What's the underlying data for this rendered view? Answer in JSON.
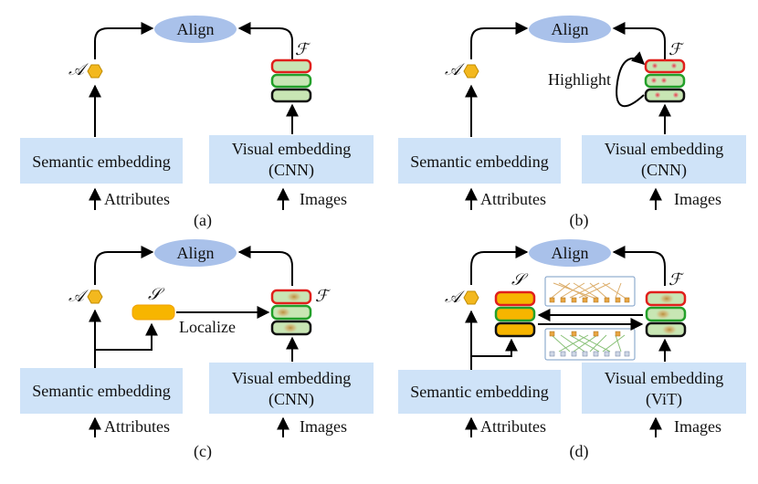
{
  "panels": [
    {
      "id": "a",
      "align": "Align",
      "semantic": "Semantic embedding",
      "visual": [
        "Visual embedding",
        "(CNN)"
      ],
      "attributes": "Attributes",
      "images": "Images",
      "attr_symbol": "𝒜",
      "feat_symbol": "ℱ",
      "caption": "(a)"
    },
    {
      "id": "b",
      "align": "Align",
      "semantic": "Semantic embedding",
      "visual": [
        "Visual embedding",
        "(CNN)"
      ],
      "attributes": "Attributes",
      "images": "Images",
      "attr_symbol": "𝒜",
      "feat_symbol": "ℱ",
      "highlight": "Highlight",
      "caption": "(b)"
    },
    {
      "id": "c",
      "align": "Align",
      "semantic": "Semantic embedding",
      "visual": [
        "Visual embedding",
        "(CNN)"
      ],
      "attributes": "Attributes",
      "images": "Images",
      "attr_symbol": "𝒜",
      "feat_symbol": "ℱ",
      "sem_symbol": "𝒮",
      "localize": "Localize",
      "caption": "(c)"
    },
    {
      "id": "d",
      "align": "Align",
      "semantic": "Semantic embedding",
      "visual": [
        "Visual embedding",
        "(ViT)"
      ],
      "attributes": "Attributes",
      "images": "Images",
      "attr_symbol": "𝒜",
      "feat_symbol": "ℱ",
      "sem_symbol": "𝒮",
      "caption": "(d)"
    }
  ],
  "colors": {
    "box": "#cfe3f8",
    "align": "#a9c1ea",
    "hexagon": "#f3b81e",
    "feature_fill": "#c8e6b4",
    "feature_red": "#e0201c",
    "feature_green": "#23a02a",
    "feature_black": "#111111",
    "semantic_fill": "#f7b500",
    "heat": "#c9a040"
  }
}
